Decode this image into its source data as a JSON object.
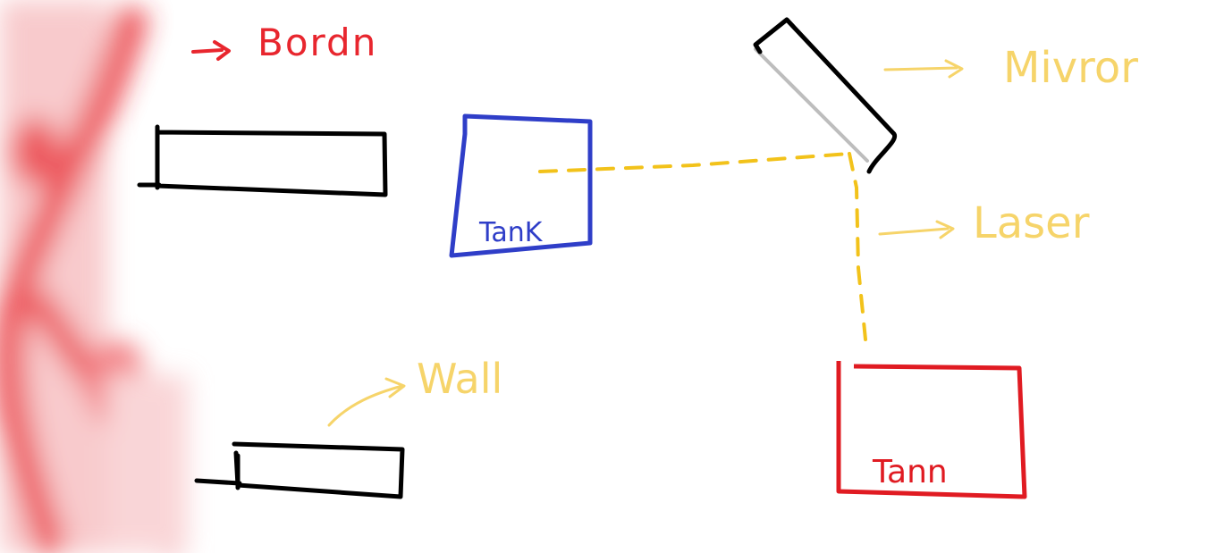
{
  "labels": {
    "border": "Bordn",
    "mirror": "Mivror",
    "laser": "Laser",
    "wall": "Wall",
    "tank_blue": "TanK",
    "tank_red": "Tann"
  },
  "colors": {
    "border": "#e8262e",
    "annotation": "#f6d46a",
    "laser": "#f2c21a",
    "tank_blue": "#2f3ec8",
    "tank_red": "#e01b22",
    "wall": "#000000",
    "mirror_back": "#bdbdbd"
  },
  "icons": {
    "arrow": "right-arrow-icon"
  }
}
